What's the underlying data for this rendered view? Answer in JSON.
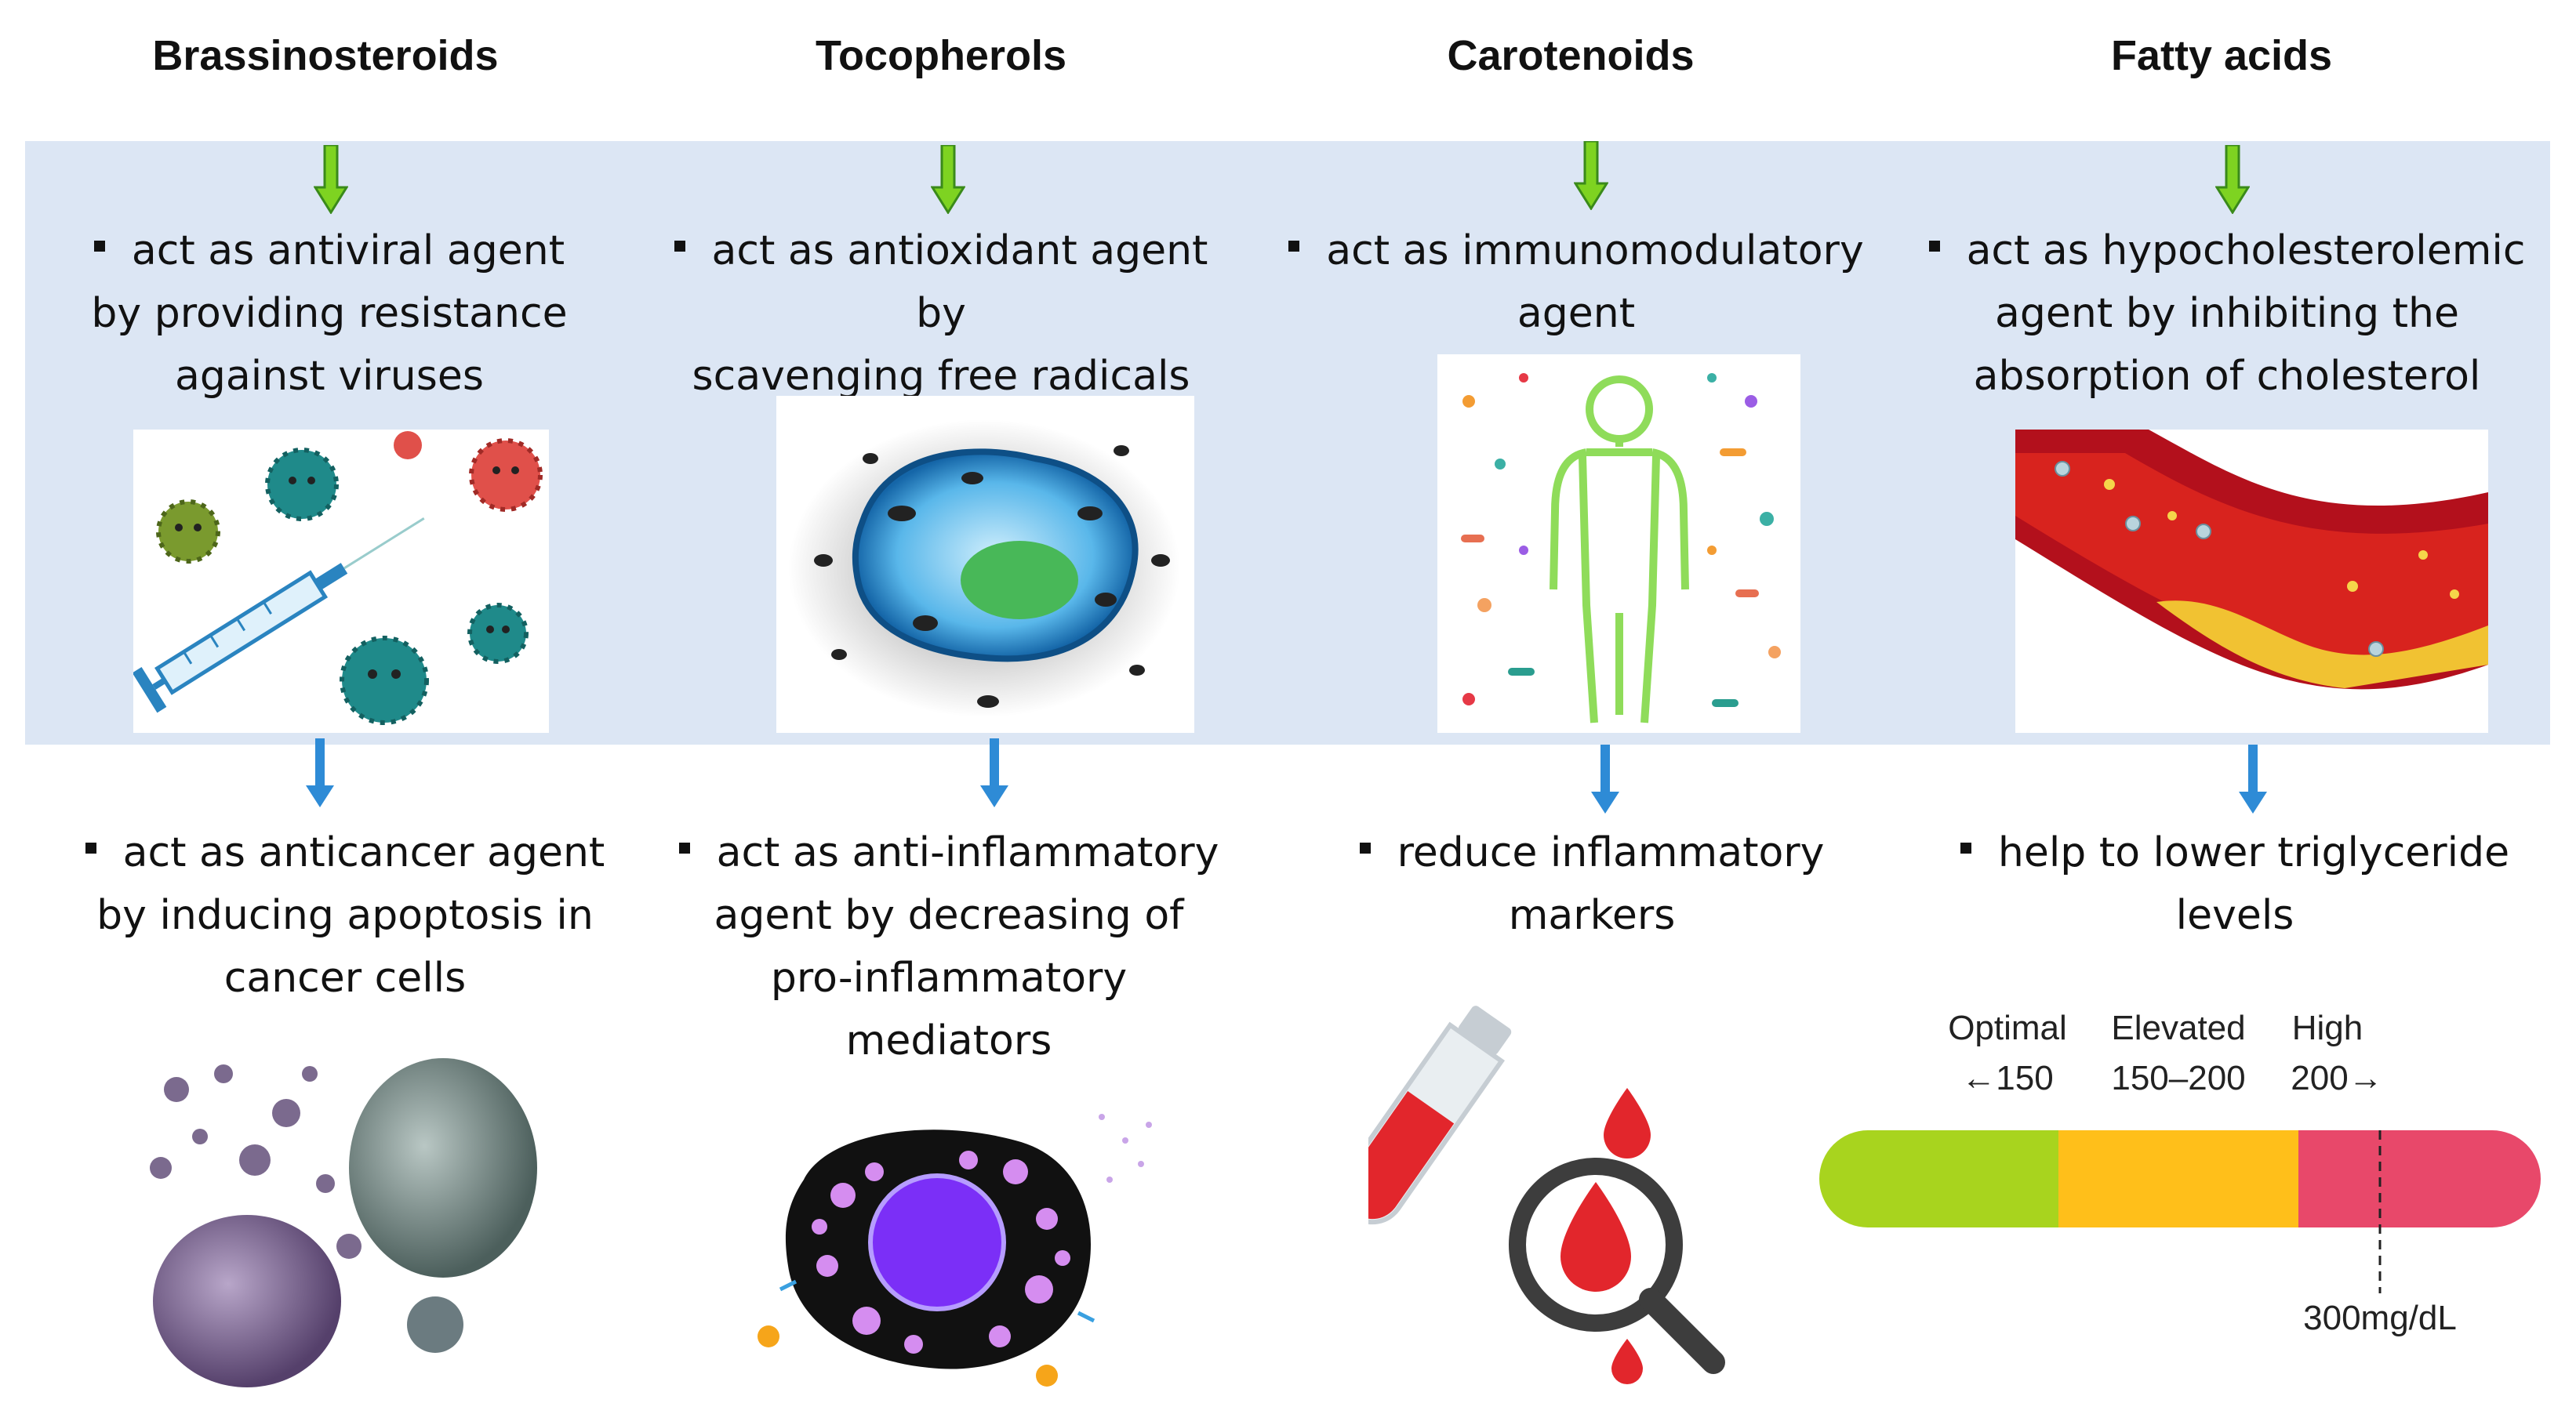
{
  "columns": [
    {
      "title": "Brassinosteroids",
      "top_effect": [
        "act as antiviral agent",
        "by providing resistance",
        "against viruses"
      ],
      "bottom_effect": [
        "act as anticancer agent",
        "by inducing apoptosis in",
        "cancer cells"
      ]
    },
    {
      "title": "Tocopherols",
      "top_effect": [
        "act as antioxidant agent by",
        "scavenging free radicals"
      ],
      "bottom_effect": [
        "act as anti-inflammatory",
        "agent by decreasing of",
        "pro-inflammatory",
        "mediators"
      ]
    },
    {
      "title": "Carotenoids",
      "top_effect": [
        "act as immunomodulatory",
        "agent"
      ],
      "bottom_effect": [
        "reduce inflammatory",
        "markers"
      ]
    },
    {
      "title": "Fatty acids",
      "top_effect": [
        "act as hypocholesterolemic",
        "agent by inhibiting the",
        "absorption of cholesterol"
      ],
      "bottom_effect": [
        "help to lower triglyceride",
        "levels"
      ]
    }
  ],
  "triglyceride_scale": {
    "segments": [
      {
        "label": "Optimal",
        "range": "←150",
        "color": "#a8d41e"
      },
      {
        "label": "Elevated",
        "range": "150–200",
        "color": "#ffbf1a"
      },
      {
        "label": "High",
        "range": "200→",
        "color": "#e8486a"
      }
    ],
    "marker_label": "300mg/dL"
  },
  "colors": {
    "band": "#dce6f4",
    "green_arrow": "#7ed321",
    "blue_arrow": "#2e8bd6"
  }
}
